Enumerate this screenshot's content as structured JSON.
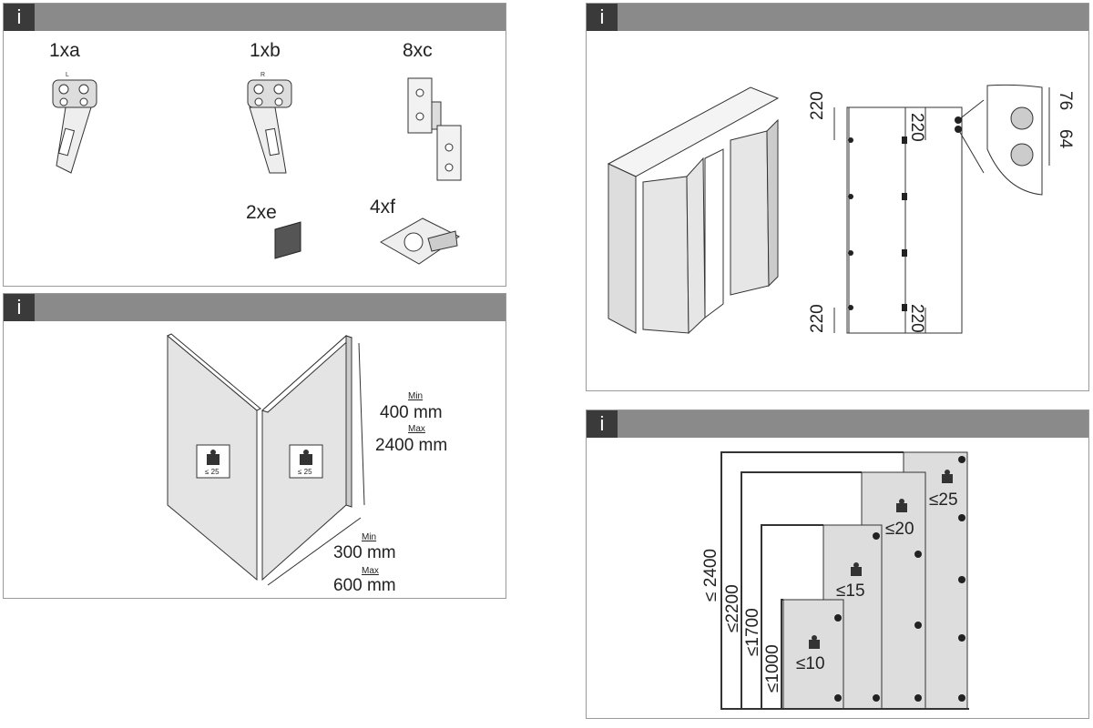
{
  "panels": {
    "info_glyph": "i",
    "parts": {
      "items": [
        {
          "id": "a",
          "label": "1xa",
          "side": "L"
        },
        {
          "id": "b",
          "label": "1xb",
          "side": "R"
        },
        {
          "id": "c",
          "label": "8xc"
        },
        {
          "id": "e",
          "label": "2xe"
        },
        {
          "id": "f",
          "label": "4xf"
        }
      ]
    },
    "dimensions": {
      "height_min_label": "Min",
      "height_min": "400 mm",
      "height_max_label": "Max",
      "height_max": "2400 mm",
      "width_min_label": "Min",
      "width_min": "300 mm",
      "width_max_label": "Max",
      "width_max": "600 mm",
      "weight_badge": "≤ 25"
    },
    "cabinet": {
      "offset_top_left": "220",
      "offset_top_right": "220",
      "offset_bottom_left": "220",
      "offset_bottom_right": "220",
      "detail_76": "76",
      "detail_64": "64"
    },
    "weights": {
      "tiers": [
        {
          "height": "≤1000",
          "weight": "≤10"
        },
        {
          "height": "≤1700",
          "weight": "≤15"
        },
        {
          "height": "≤2200",
          "weight": "≤20"
        },
        {
          "height": "≤ 2400",
          "weight": "≤25"
        }
      ]
    }
  }
}
